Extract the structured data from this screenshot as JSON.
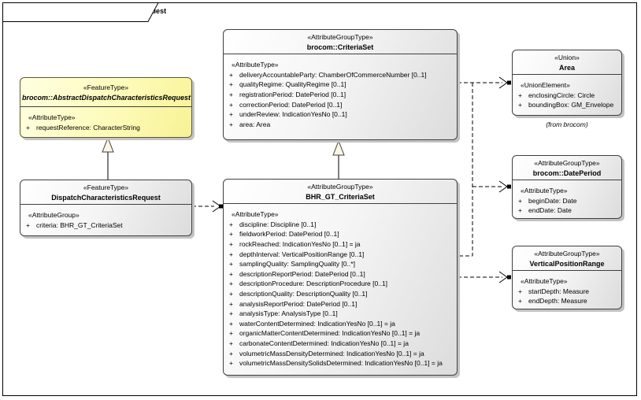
{
  "misc": {
    "plus": "+"
  },
  "frame": {
    "title": "class BHR-GT DispatchCharacteristicsRequest"
  },
  "colors": {
    "box_border": "#3f3f3f",
    "box_fill_light": "#ffffff",
    "box_fill_dark": "#dcdcdc",
    "abstract_fill": "#fdfbb9",
    "shadow": "#c3c3c3",
    "connector": "#000000"
  },
  "classes": {
    "abstract_request": {
      "stereotype": "«FeatureType»",
      "name": "brocom::AbstractDispatchCharacteristicsRequest",
      "section": "«AttributeType»",
      "attributes": [
        "requestReference: CharacterString"
      ]
    },
    "dispatch_request": {
      "stereotype": "«FeatureType»",
      "name": "DispatchCharacteristicsRequest",
      "section": "«AttributeGroup»",
      "attributes": [
        "criteria: BHR_GT_CriteriaSet"
      ]
    },
    "brocom_criteria_set": {
      "stereotype": "«AttributeGroupType»",
      "name": "brocom::CriteriaSet",
      "section": "«AttributeType»",
      "attributes": [
        "deliveryAccountableParty: ChamberOfCommerceNumber [0..1]",
        "qualityRegime: QualityRegime [0..1]",
        "registrationPeriod: DatePeriod [0..1]",
        "correctionPeriod: DatePeriod [0..1]",
        "underReview: IndicationYesNo [0..1]",
        "area: Area"
      ]
    },
    "bhr_gt_criteria_set": {
      "stereotype": "«AttributeGroupType»",
      "name": "BHR_GT_CriteriaSet",
      "section": "«AttributeType»",
      "attributes": [
        "discipline: Discipline [0..1]",
        "fieldworkPeriod: DatePeriod [0..1]",
        "rockReached: IndicationYesNo [0..1] = ja",
        "depthInterval: VerticalPositionRange [0..1]",
        "samplingQuality: SamplingQuality [0..*]",
        "descriptionReportPeriod: DatePeriod [0..1]",
        "descriptionProcedure: DescriptionProcedure [0..1]",
        "descriptionQuality: DescriptionQuality [0..1]",
        "analysisReportPeriod: DatePeriod [0..1]",
        "analysisType: AnalysisType [0..1]",
        "waterContentDetermined: IndicationYesNo [0..1] = ja",
        "organicMatterContentDetermined: IndicationYesNo [0..1] = ja",
        "carbonateContentDetermined: IndicationYesNo [0..1] = ja",
        "volumetricMassDensityDetermined: IndicationYesNo [0..1] = ja",
        "volumetricMassDensitySolidsDetermined: IndicationYesNo [0..1] = ja"
      ]
    },
    "area": {
      "stereotype": "«Union»",
      "name": "Area",
      "section": "«UnionElement»",
      "attributes": [
        "enclosingCircle: Circle",
        "boundingBox: GM_Envelope"
      ],
      "note": "(from brocom)"
    },
    "date_period": {
      "stereotype": "«AttributeGroupType»",
      "name": "brocom::DatePeriod",
      "section": "«AttributeType»",
      "attributes": [
        "beginDate: Date",
        "endDate: Date"
      ]
    },
    "vertical_position_range": {
      "stereotype": "«AttributeGroupType»",
      "name": "VerticalPositionRange",
      "section": "«AttributeType»",
      "attributes": [
        "startDepth: Measure",
        "endDepth: Measure"
      ]
    }
  }
}
